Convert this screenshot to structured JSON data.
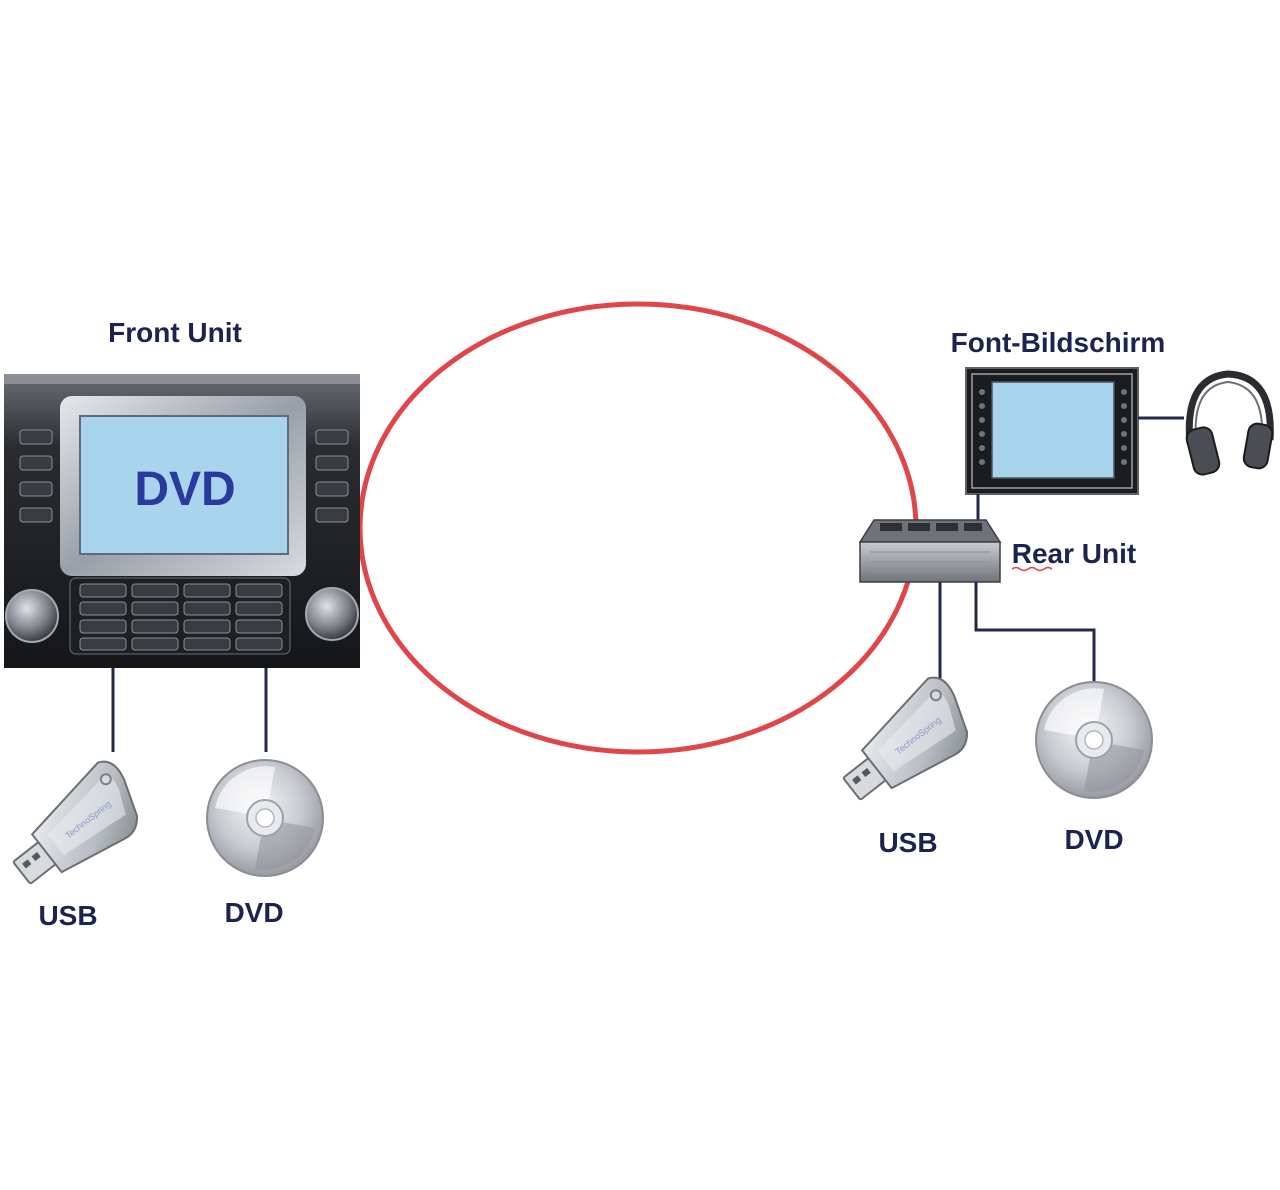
{
  "front_unit": {
    "title": "Front Unit",
    "screen_text": "DVD",
    "usb_label": "USB",
    "dvd_label": "DVD",
    "usb_stick_brand": "TechnoSpring"
  },
  "rear_side": {
    "monitor_title": "Font-Bildschirm",
    "rear_unit_label": "Rear Unit",
    "usb_label": "USB",
    "dvd_label": "DVD",
    "usb_stick_brand": "TechnoSpring"
  },
  "colors": {
    "label_text": "#1c2350",
    "screen_blue": "#a9d4ee",
    "screen_text": "#2a3a9c",
    "ring": "#e0454a",
    "cable": "#222a4a"
  }
}
